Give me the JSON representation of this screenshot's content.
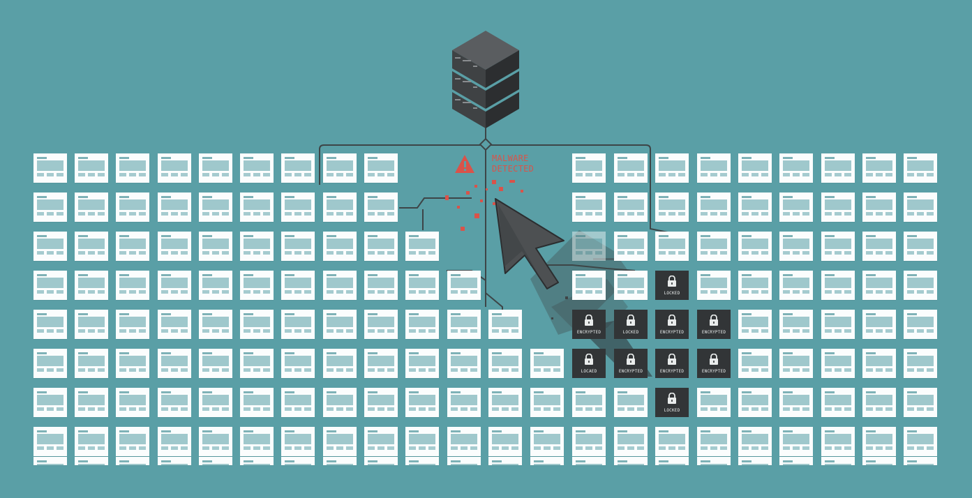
{
  "alert": {
    "line1": "MALWARE",
    "line2": "DETECTED",
    "icon": "warning-triangle-icon",
    "color": "#d9534a"
  },
  "server": {
    "icon": "server-stack-icon",
    "color": "#3b3d3f"
  },
  "cursor": {
    "icon": "mouse-pointer-icon",
    "color": "#4d5052"
  },
  "colors": {
    "background": "#5a9fa6",
    "tile": "#fbfdfd",
    "lock_tile": "#323537",
    "wire": "#3d4547"
  },
  "file_labels": {
    "encrypted": "ENCRYPTED",
    "locked": "LOCKED",
    "locked_glitched": "LOCAED"
  },
  "locked_files": [
    {
      "id": "r3c15",
      "label": "LOCKED"
    },
    {
      "id": "r4c13",
      "label": "ENCRYPTED"
    },
    {
      "id": "r4c14",
      "label": "LOCKED"
    },
    {
      "id": "r4c15",
      "label": "ENCRYPTED"
    },
    {
      "id": "r4c16",
      "label": "ENCRYPTED"
    },
    {
      "id": "r5c13",
      "label": "LOCAED"
    },
    {
      "id": "r5c14",
      "label": "ENCRYPTED"
    },
    {
      "id": "r5c15",
      "label": "ENCRYPTED"
    },
    {
      "id": "r5c16",
      "label": "ENCRYPTED"
    },
    {
      "id": "r6c15",
      "label": "LOCKED"
    }
  ]
}
